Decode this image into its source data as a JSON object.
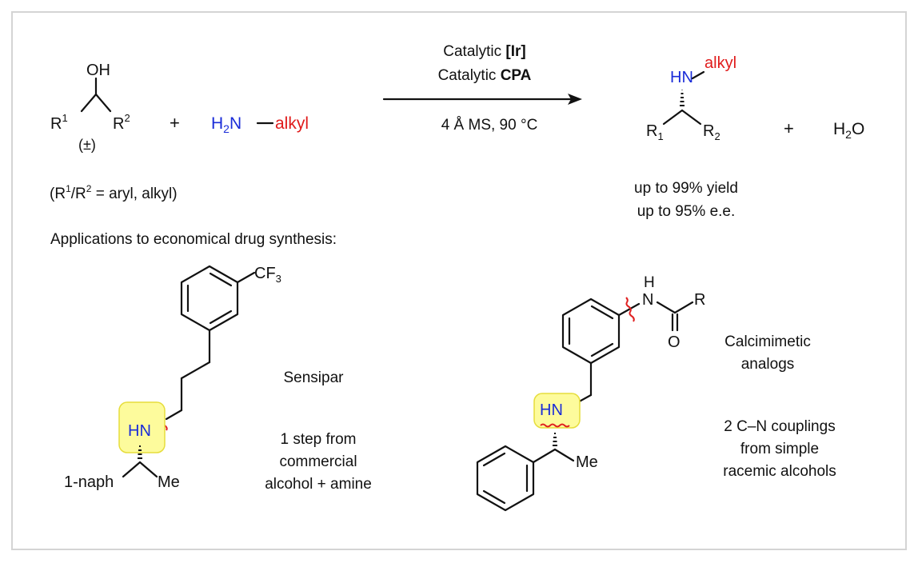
{
  "reaction": {
    "substrate": {
      "oh": "OH",
      "r1": "R",
      "r1_sup": "1",
      "r2": "R",
      "r2_sup": "2",
      "racemic": "(±)"
    },
    "plus1": "+",
    "amine": {
      "h": "H",
      "h_sub": "2",
      "n": "N",
      "alkyl": "alkyl"
    },
    "conditions": {
      "line1_prefix": "Catalytic ",
      "line1_bold": "[Ir]",
      "line2_prefix": "Catalytic ",
      "line2_bold": "CPA",
      "below": "4 Å MS, 90 °C"
    },
    "product": {
      "hn": "HN",
      "alkyl": "alkyl",
      "r1": "R",
      "r1_sub": "1",
      "r2": "R",
      "r2_sub": "2"
    },
    "plus2": "+",
    "water": {
      "h": "H",
      "h_sub": "2",
      "o": "O"
    },
    "scope": {
      "open": "(R",
      "sup1": "1",
      "slash": "/R",
      "sup2": "2",
      "rest": " = aryl, alkyl)"
    },
    "yield": "up to 99% yield",
    "ee": "up to 95% e.e."
  },
  "applications": {
    "heading": "Applications to economical drug synthesis:",
    "sensipar": {
      "cf3": "CF",
      "cf3_sub": "3",
      "hn": "HN",
      "naph": "1-naph",
      "me": "Me",
      "name": "Sensipar",
      "note": [
        "1 step from",
        "commercial",
        "alcohol + amine"
      ]
    },
    "calcimimetic": {
      "h": "H",
      "n": "N",
      "r": "R",
      "o": "O",
      "hn": "HN",
      "me": "Me",
      "name": [
        "Calcimimetic",
        "analogs"
      ],
      "note": [
        "2 C–N couplings",
        "from simple",
        "racemic alcohols"
      ]
    }
  },
  "colors": {
    "nitrogen": "#1a2cd8",
    "alkyl": "#e01b1b",
    "highlight": "#fdfb9c",
    "frame": "#d4d4d4"
  }
}
